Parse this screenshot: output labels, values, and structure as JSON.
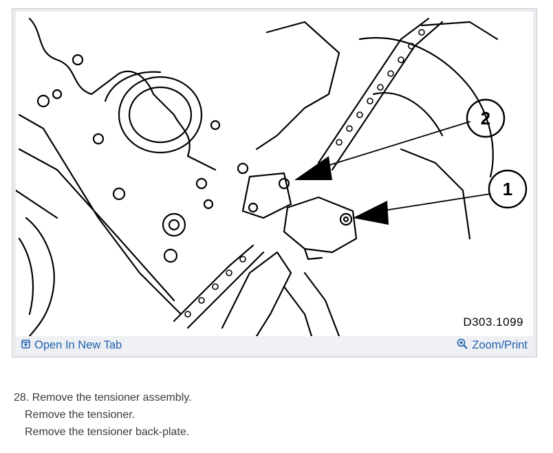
{
  "figure": {
    "code": "D303.1099",
    "callouts": [
      "2",
      "1"
    ]
  },
  "toolbar": {
    "open_new_tab": "Open In New Tab",
    "zoom_print": "Zoom/Print",
    "link_color": "#1f5fb0"
  },
  "steps": {
    "main": "28. Remove the tensioner assembly.",
    "sub": [
      "Remove the tensioner.",
      "Remove the tensioner back-plate."
    ]
  }
}
